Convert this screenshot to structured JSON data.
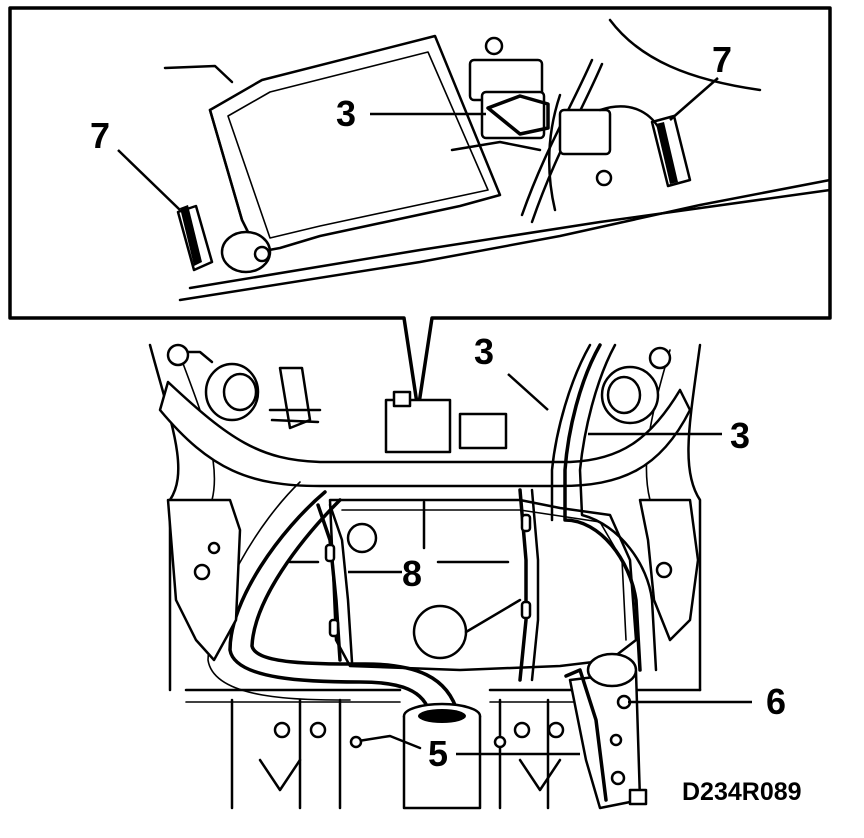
{
  "diagram": {
    "reference_code": "D234R089",
    "callouts": {
      "inset_left_7": "7",
      "inset_right_7": "7",
      "inset_3": "3",
      "main_top_3": "3",
      "main_right_3": "3",
      "main_8": "8",
      "main_6": "6",
      "main_5": "5"
    }
  }
}
